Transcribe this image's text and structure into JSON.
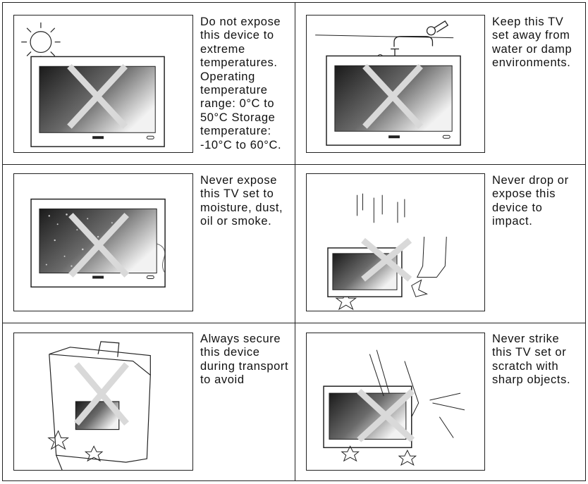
{
  "cells": [
    {
      "id": "temperature",
      "icon": "sun-icon",
      "text": "Do not expose\nthis device to\nextreme\ntemperatures.\nOperating\ntemperature\nrange: 0°C to\n50°C Storage\ntemperature:\n-10°C to 60°C."
    },
    {
      "id": "water",
      "icon": "faucet-icon",
      "text": "Keep this TV\nset away from\nwater or damp\nenvironments."
    },
    {
      "id": "dust",
      "icon": "dust-icon",
      "text": "Never expose\nthis TV set to\nmoisture, dust,\noil or smoke."
    },
    {
      "id": "impact",
      "icon": "impact-icon",
      "text": "Never drop or\nexpose this\ndevice to\nimpact."
    },
    {
      "id": "transport",
      "icon": "box-icon",
      "text": "Always secure\nthis device\nduring transport\nto avoid"
    },
    {
      "id": "scratch",
      "icon": "sharp-object-icon",
      "text": "Never strike\nthis TV set or\nscratch with\nsharp objects."
    }
  ],
  "colors": {
    "line": "#222222",
    "cross": "#d9d9d9",
    "screen_dark": "#1a1a1a",
    "screen_light": "#f2f2f2"
  }
}
